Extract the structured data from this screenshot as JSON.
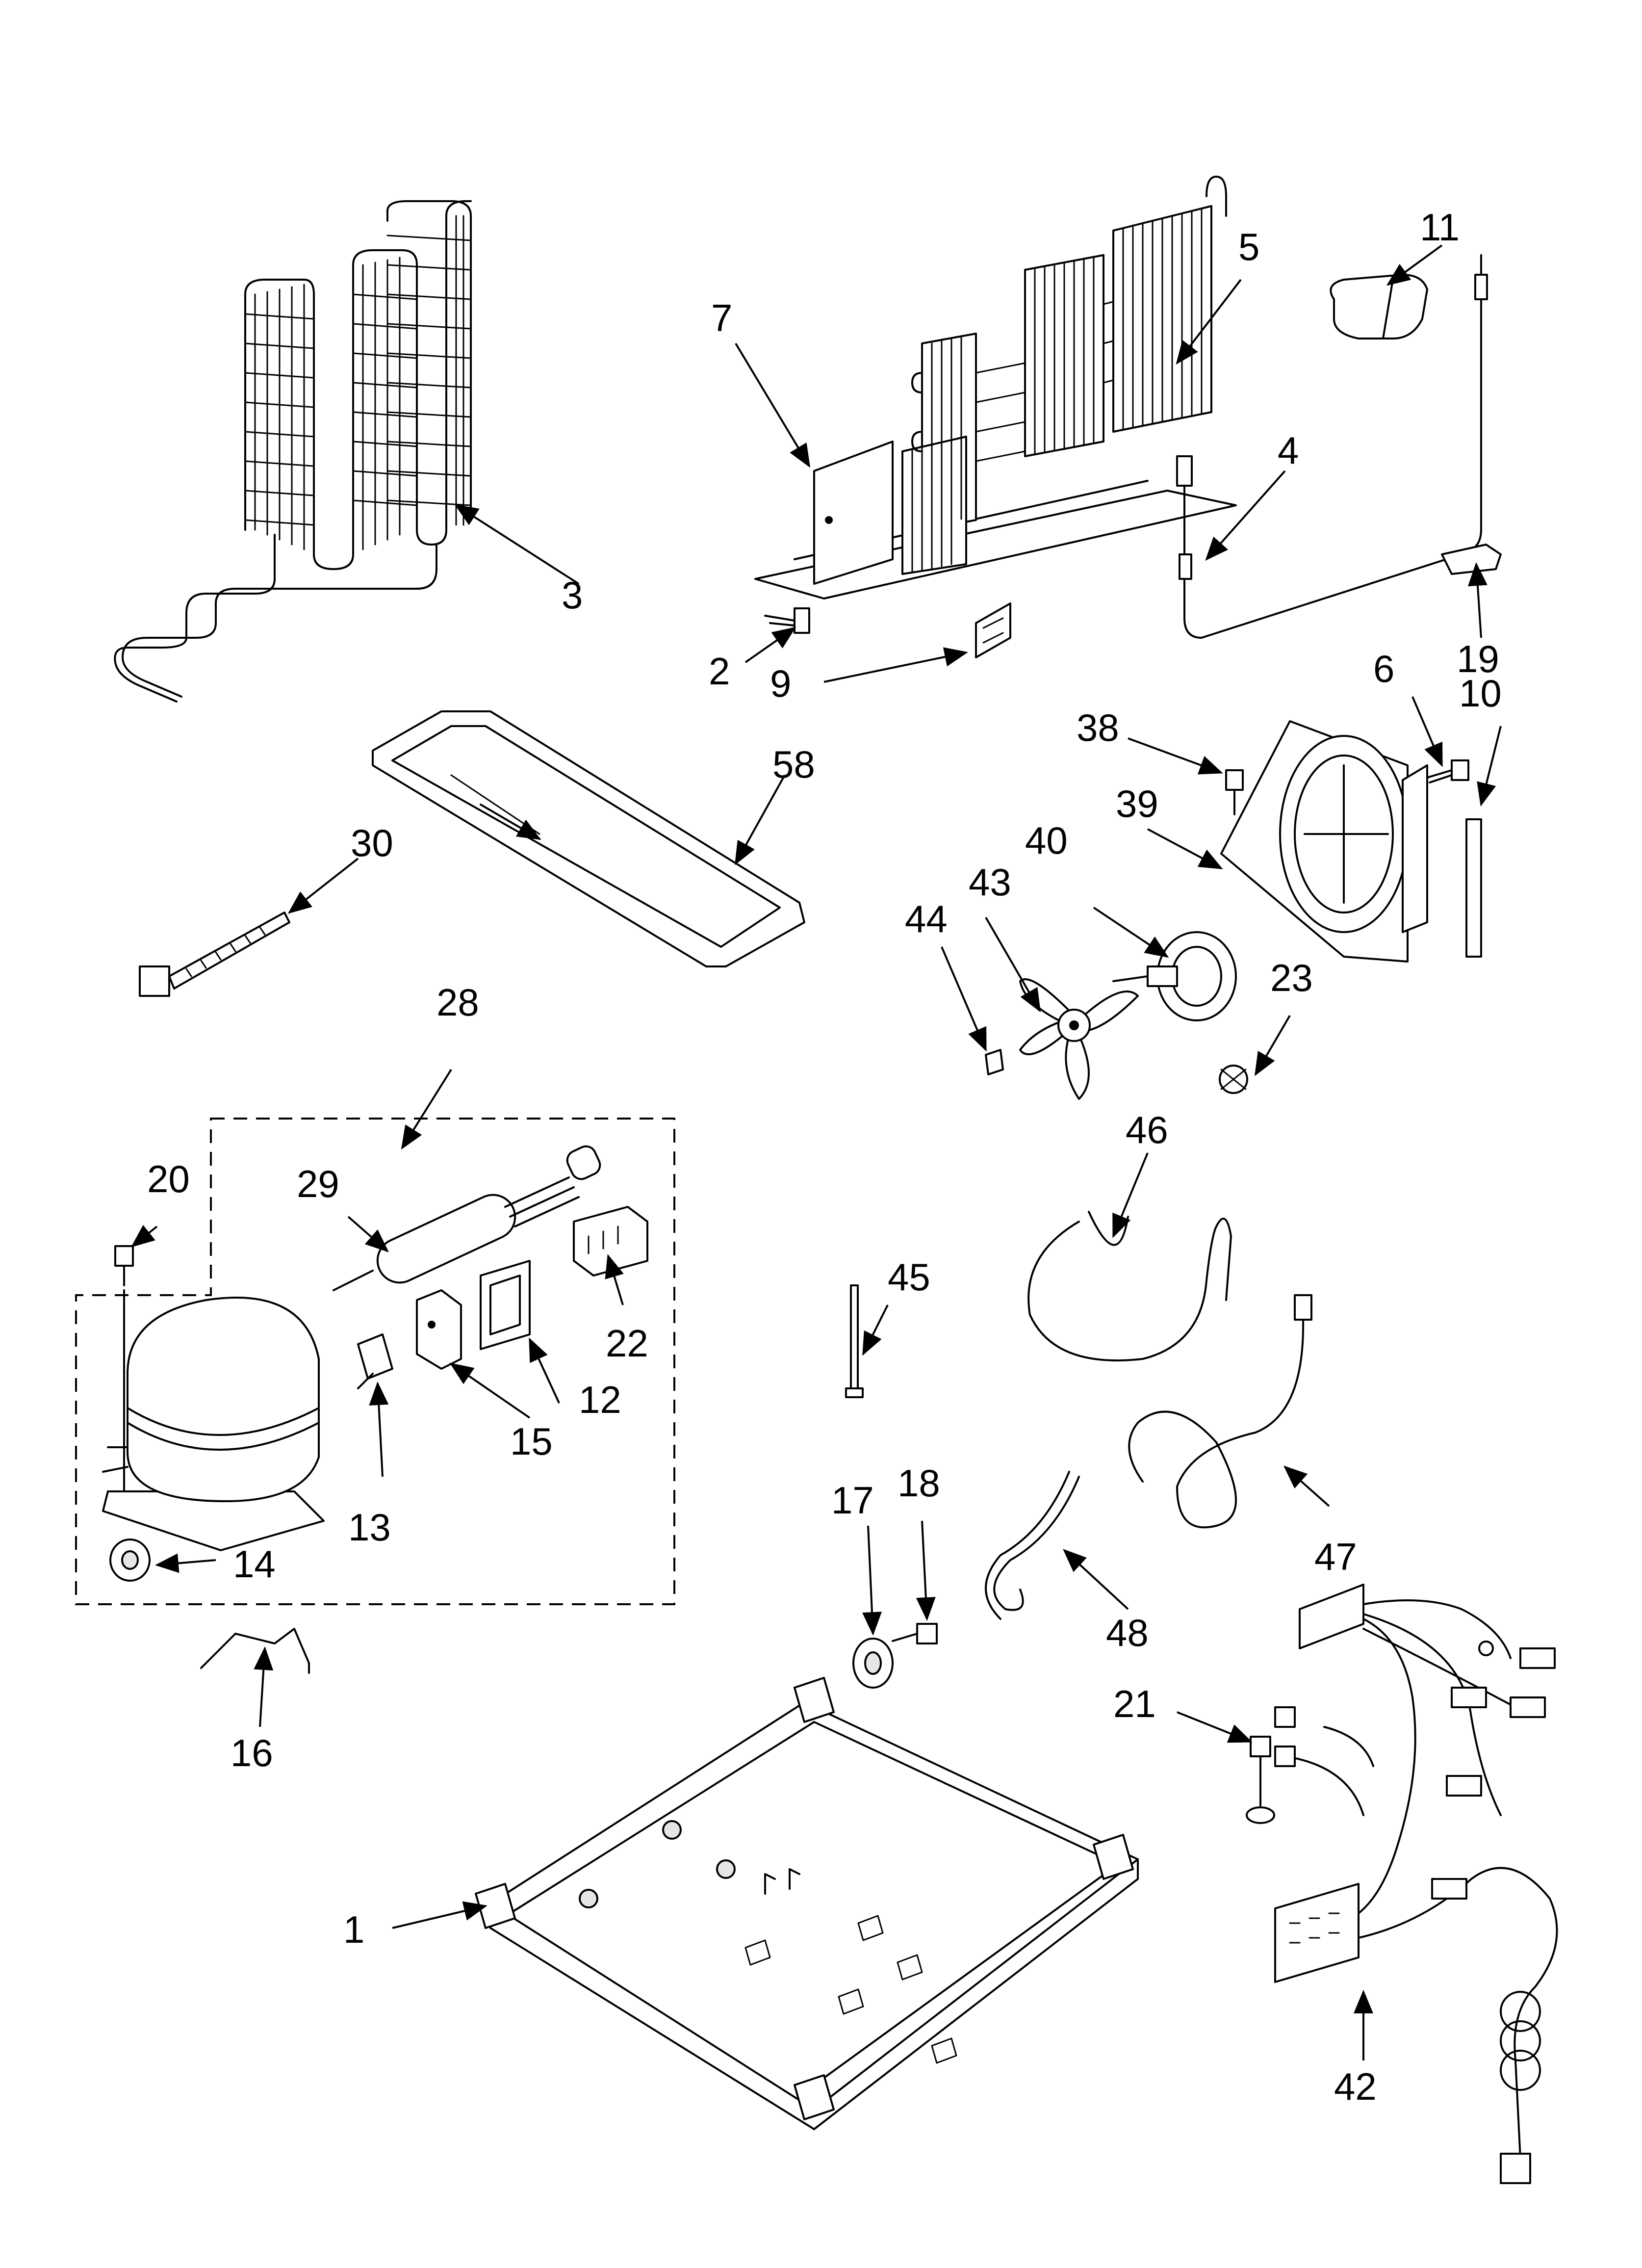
{
  "callouts": {
    "c1": "1",
    "c2": "2",
    "c3": "3",
    "c4": "4",
    "c5": "5",
    "c6": "6",
    "c7": "7",
    "c9": "9",
    "c10": "10",
    "c11": "11",
    "c12": "12",
    "c13": "13",
    "c14": "14",
    "c15": "15",
    "c16": "16",
    "c17": "17",
    "c18": "18",
    "c19": "19",
    "c20": "20",
    "c21": "21",
    "c22": "22",
    "c23": "23",
    "c28": "28",
    "c29": "29",
    "c30": "30",
    "c38": "38",
    "c39": "39",
    "c40": "40",
    "c42": "42",
    "c43": "43",
    "c44": "44",
    "c45": "45",
    "c46": "46",
    "c47": "47",
    "c48": "48",
    "c58": "58"
  }
}
